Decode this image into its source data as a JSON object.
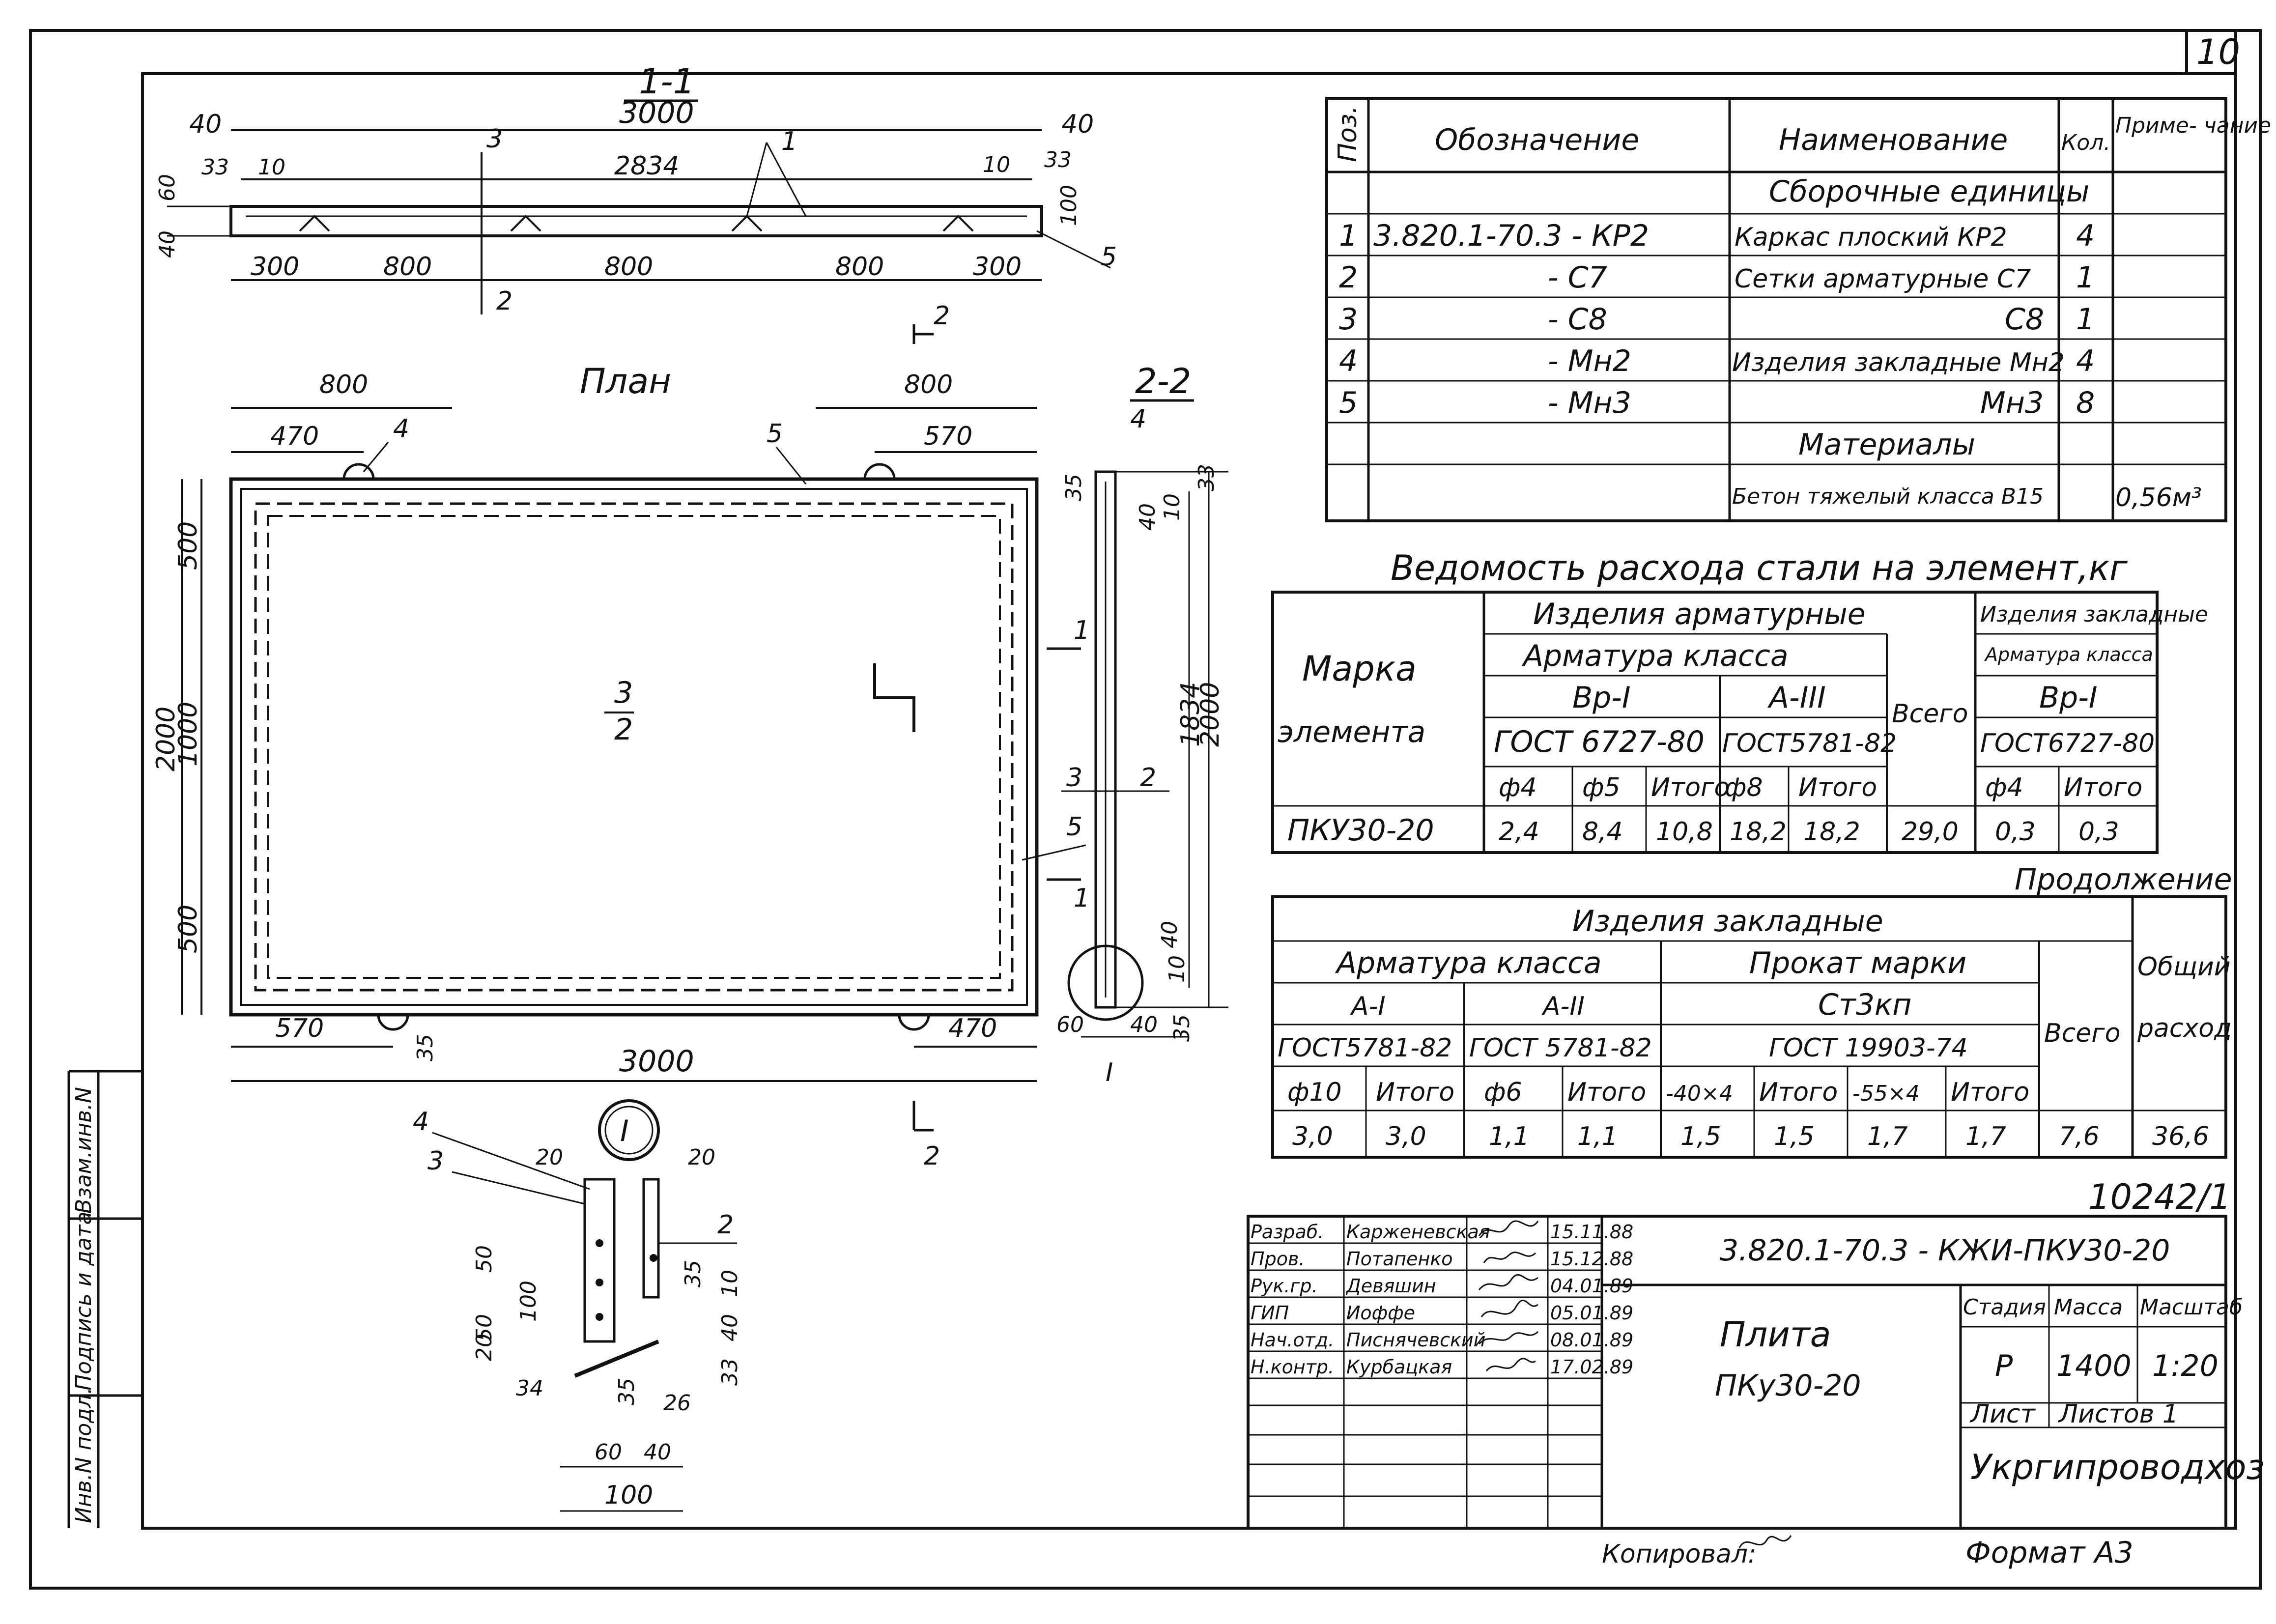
{
  "sheet_number": "10",
  "section_1_1": {
    "title": "1-1",
    "length": "3000",
    "dims_top": [
      "40",
      "33",
      "10",
      "3",
      "2834",
      "1",
      "10",
      "40",
      "33"
    ],
    "dims_left": [
      "60",
      "40"
    ],
    "dims_right": [
      "100",
      "5"
    ],
    "dims_bottom": [
      "300",
      "800",
      "800",
      "800",
      "300"
    ],
    "cut_mark": "2"
  },
  "plan": {
    "title": "План",
    "dims_top_left": [
      "800",
      "470"
    ],
    "dims_top_right": [
      "800",
      "570"
    ],
    "labels": {
      "pos4": "4",
      "pos5": "5",
      "center_top": "3",
      "center_bottom": "2",
      "pos5_side": "5"
    },
    "dims_left": [
      "2000",
      "500",
      "1000",
      "500"
    ],
    "dims_bottom": [
      "570",
      "35",
      "470",
      "3000"
    ],
    "cut_marks": [
      "2",
      "1",
      "1",
      "2"
    ]
  },
  "section_2_2": {
    "title": "2-2",
    "dims": [
      "4",
      "33",
      "35",
      "10",
      "40",
      "1834",
      "2000",
      "3",
      "2",
      "40",
      "10",
      "60",
      "40",
      "35"
    ],
    "node_mark": "I"
  },
  "node_I": {
    "mark": "I",
    "labels": [
      "4",
      "3",
      "20",
      "20",
      "2",
      "35",
      "10",
      "50",
      "50",
      "100",
      "20",
      "40",
      "33",
      "34",
      "35",
      "26",
      "60",
      "40",
      "100"
    ]
  },
  "spec_table": {
    "headers": [
      "Поз.",
      "Обозначение",
      "Наименование",
      "Кол.",
      "Приме-\nчание"
    ],
    "section1": "Сборочные единицы",
    "rows": [
      {
        "pos": "1",
        "code": "3.820.1-70.3 - КР2",
        "name": "Каркас плоский КР2",
        "qty": "4",
        "note": ""
      },
      {
        "pos": "2",
        "code": "- С7",
        "name": "Сетки арматурные С7",
        "qty": "1",
        "note": ""
      },
      {
        "pos": "3",
        "code": "- С8",
        "name": "С8",
        "qty": "1",
        "note": ""
      },
      {
        "pos": "4",
        "code": "- Мн2",
        "name": "Изделия закладные Мн2",
        "qty": "4",
        "note": ""
      },
      {
        "pos": "5",
        "code": "- Мн3",
        "name": "Мн3",
        "qty": "8",
        "note": ""
      }
    ],
    "section2": "Материалы",
    "material": {
      "name": "Бетон тяжелый класса В15",
      "note": "0,56м³"
    }
  },
  "steel_table": {
    "title": "Ведомость расхода стали на элемент,кг",
    "marka_l1": "Марка",
    "marka_l2": "элемента",
    "h_izd_arm": "Изделия арматурные",
    "h_arm_klass": "Арматура класса",
    "h_vr1": "Вр-I",
    "h_a3": "А-III",
    "h_vsego": "Всего",
    "h_gost_vr": "ГОСТ 6727-80",
    "h_gost_a3": "ГОСТ5781-82",
    "h_izd_zakl": "Изделия закладные",
    "h_arm_klass2": "Арматура класса",
    "h_vr1_2": "Вр-I",
    "h_gost2": "ГОСТ6727-80",
    "sub": [
      "ф4",
      "ф5",
      "Итого",
      "ф8",
      "Итого",
      "ф4",
      "Итого"
    ],
    "row": {
      "mark": "ПКУ30-20",
      "v": [
        "2,4",
        "8,4",
        "10,8",
        "18,2",
        "18,2",
        "29,0",
        "0,3",
        "0,3"
      ]
    }
  },
  "cont_table": {
    "title": "Продолжение",
    "h_izd_zakl": "Изделия закладные",
    "h_obshiy": "Общий",
    "h_rashod": "расход",
    "h_arm": "Арматура класса",
    "h_prokat": "Прокат марки",
    "h_a1": "А-I",
    "h_a2": "А-II",
    "h_st": "Ст3кп",
    "h_vsego": "Всего",
    "h_gost1": "ГОСТ5781-82",
    "h_gost2": "ГОСТ 5781-82",
    "h_gost3": "ГОСТ 19903-74",
    "sub": [
      "ф10",
      "Итого",
      "ф6",
      "Итого",
      "-40×4",
      "Итого",
      "-55×4",
      "Итого"
    ],
    "values": [
      "3,0",
      "3,0",
      "1,1",
      "1,1",
      "1,5",
      "1,5",
      "1,7",
      "1,7",
      "7,6",
      "36,6"
    ]
  },
  "stamp": {
    "doc_number": "10242/1",
    "code": "3.820.1-70.3 - КЖИ-ПКУ30-20",
    "people": [
      {
        "role": "Разраб.",
        "name": "Карженевская",
        "date": "15.11.88"
      },
      {
        "role": "Пров.",
        "name": "Потапенко",
        "date": "15.12.88"
      },
      {
        "role": "Рук.гр.",
        "name": "Девяшин",
        "date": "04.01.89"
      },
      {
        "role": "ГИП",
        "name": "Иоффе",
        "date": "05.01.89"
      },
      {
        "role": "Нач.отд.",
        "name": "Писнячевский",
        "date": "08.01.89"
      },
      {
        "role": "Н.контр.",
        "name": "Курбацкая",
        "date": "17.02.89"
      }
    ],
    "title_1": "Плита",
    "title_2": "ПКу30-20",
    "h_stadia": "Стадия",
    "h_massa": "Масса",
    "h_masshtab": "Масштаб",
    "stadia": "Р",
    "massa": "1400",
    "masshtab": "1:20",
    "h_list": "Лист",
    "h_listov": "Листов 1",
    "org": "Укргипроводхоз",
    "copied": "Копировал:",
    "format": "Формат А3"
  },
  "margin_labels": [
    "Взам.инв.N",
    "Подпись и дата",
    "Инв.N подл."
  ]
}
